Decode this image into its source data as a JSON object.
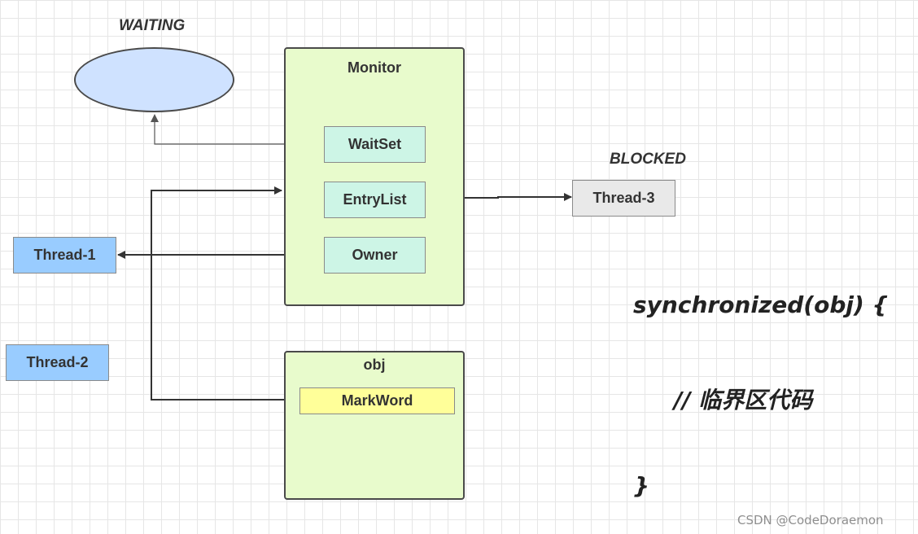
{
  "waiting": {
    "label": "WAITING",
    "fill": "#cfe2ff"
  },
  "monitor": {
    "title": "Monitor",
    "fill": "#e8fbcc",
    "slots": {
      "waitset": "WaitSet",
      "entrylist": "EntryList",
      "owner": "Owner"
    },
    "slot_fill": "#cdf5e6"
  },
  "blocked": {
    "label": "BLOCKED",
    "thread": "Thread-3",
    "fill": "#e9e9e9"
  },
  "threads": {
    "thread1": "Thread-1",
    "thread2": "Thread-2",
    "fill": "#99ccff"
  },
  "obj": {
    "title": "obj",
    "fill": "#e8fbcc",
    "markword": "MarkWord",
    "markword_fill": "#ffff99"
  },
  "code": {
    "line1": "synchronized(obj) {",
    "line2": "// 临界区代码",
    "line3": "}"
  },
  "watermark": "CSDN @CodeDoraemon"
}
